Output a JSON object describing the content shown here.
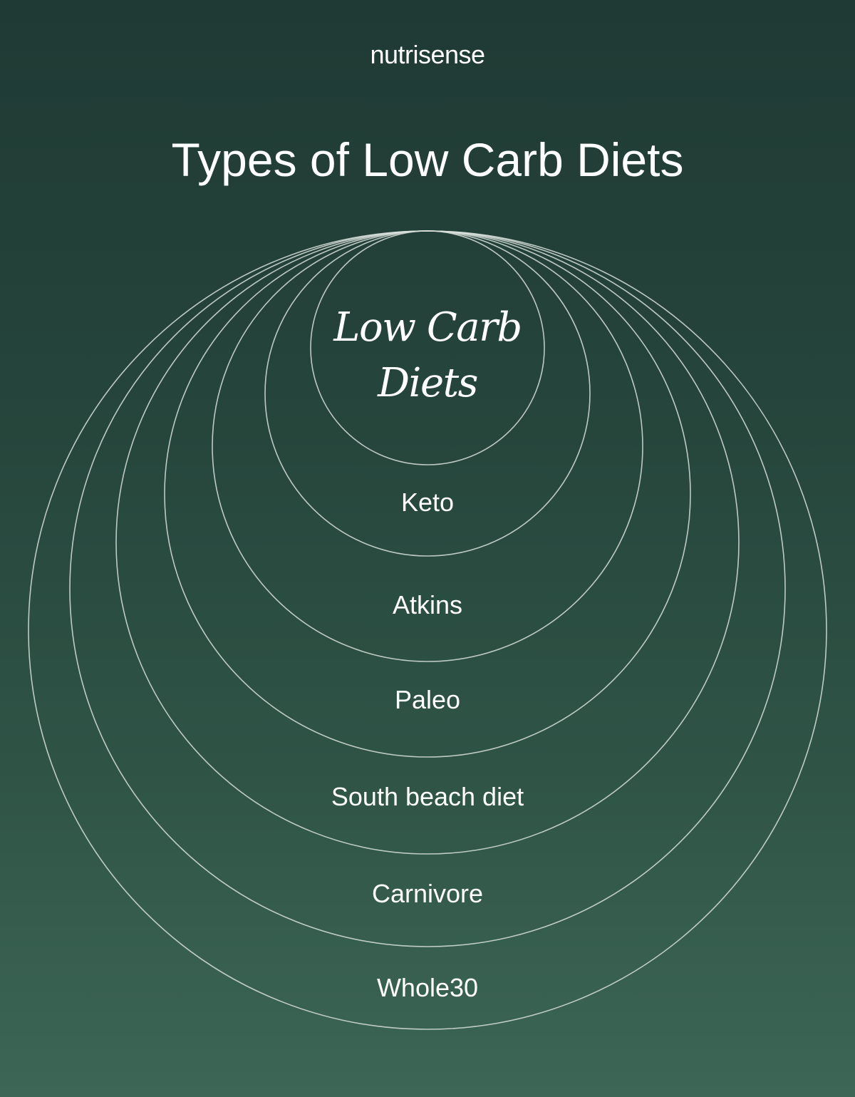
{
  "brand": "nutrisense",
  "title": "Types of Low Carb Diets",
  "diagram": {
    "center_label_line1": "Low Carb",
    "center_label_line2": "Diets",
    "rings": [
      "Keto",
      "Atkins",
      "Paleo",
      "South beach diet",
      "Carnivore",
      "Whole30"
    ]
  },
  "colors": {
    "background_top": "#1f3a34",
    "background_bottom": "#3d6656",
    "line": "#d8e0dc",
    "text": "#ffffff"
  }
}
